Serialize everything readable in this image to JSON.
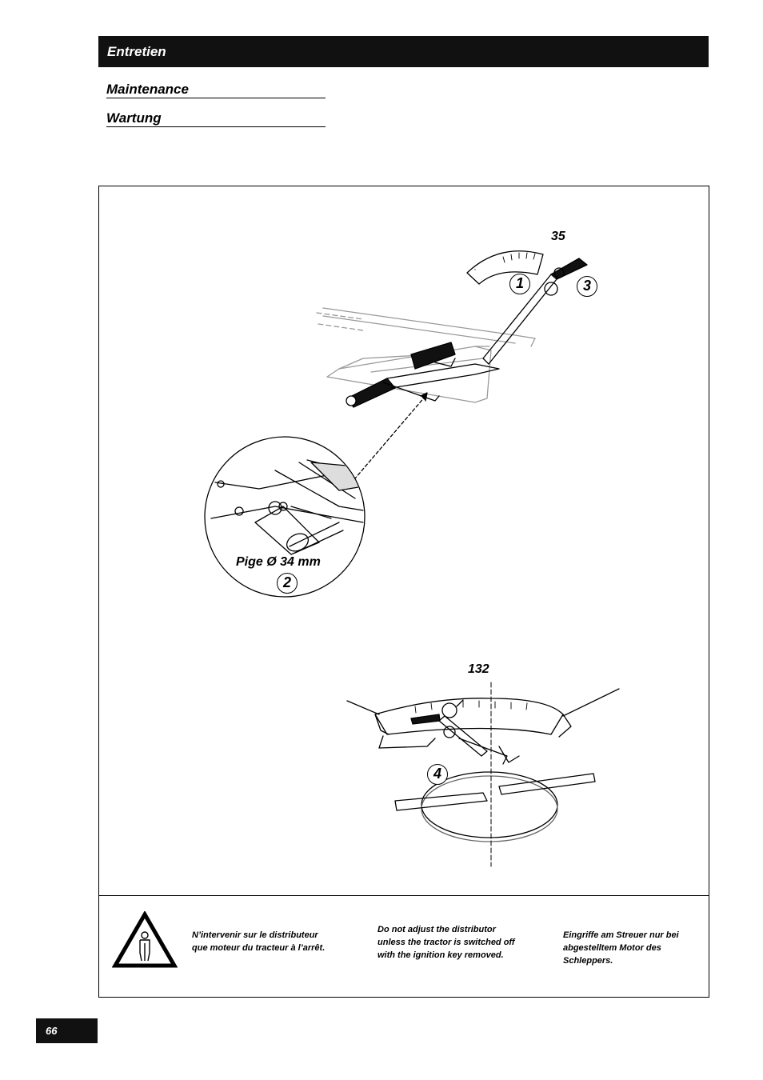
{
  "header": {
    "title": "Entretien"
  },
  "subtitles": [
    "Maintenance",
    "Wartung"
  ],
  "figure": {
    "label_top": "35",
    "label_bottom": "132",
    "callouts": [
      "1",
      "2",
      "3",
      "4"
    ],
    "gauge_label": "Pige Ø 34 mm"
  },
  "warning": {
    "icon": "operator-warning-icon",
    "fr": "N’intervenir sur le distributeur que moteur du tracteur à l’arrêt.",
    "en": "Do not adjust the distributor unless the tractor is switched off with the ignition key removed.",
    "de": "Eingriffe am Streuer nur bei abgestelltem Motor des Schleppers."
  },
  "page_number": "66"
}
